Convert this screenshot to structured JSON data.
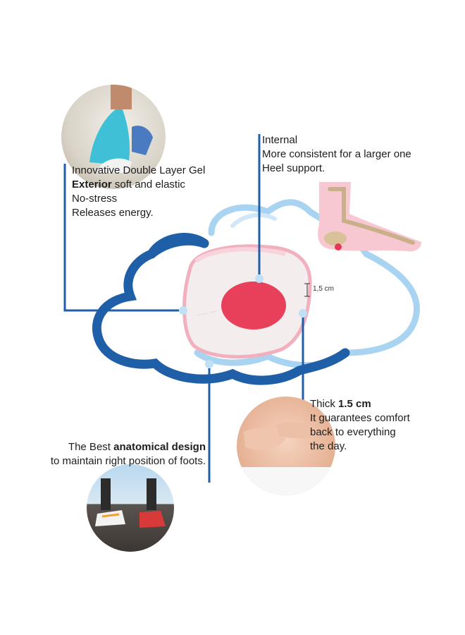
{
  "callouts": {
    "gel": {
      "line1": "Innovative Double Layer Gel",
      "line2_bold": "Exterior",
      "line2_rest": " soft and elastic",
      "line3": "No-stress",
      "line4": "Releases energy."
    },
    "internal": {
      "line1": "Internal",
      "line2": "More consistent for a larger one",
      "line3": "Heel support."
    },
    "thick": {
      "line1_pre": "Thick ",
      "line1_bold": "1.5 cm",
      "line2": "It guarantees comfort",
      "line3": "back to everything",
      "line4": "the day."
    },
    "anatomical": {
      "line1_pre": "The Best ",
      "line1_bold": "anatomical design",
      "line2": "to maintain right position of foots."
    }
  },
  "dimension": {
    "label": "1,5 cm"
  },
  "colors": {
    "accent_blue": "#1f5fa8",
    "gel_red": "#e8405a",
    "light_blue": "#9fd0f0"
  },
  "icons": {
    "running-shoe-photo": "photo",
    "back-massage-photo": "photo",
    "sneakers-photo": "photo",
    "foot-xray-illustration": "illustration"
  }
}
